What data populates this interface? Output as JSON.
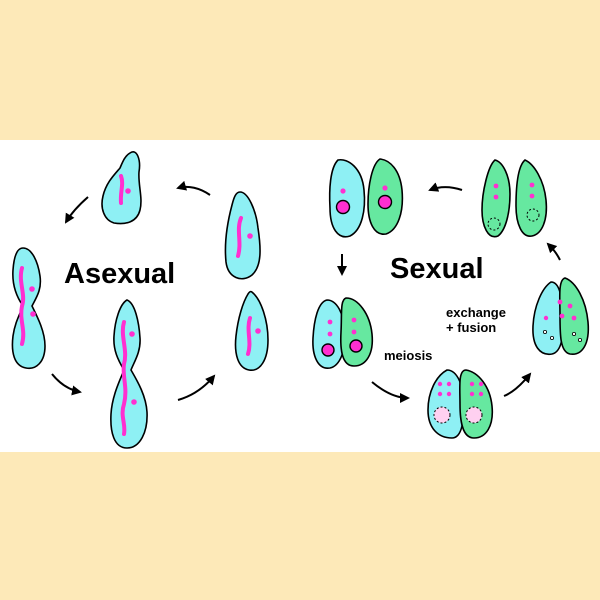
{
  "labels": {
    "asexual": "Asexual",
    "sexual": "Sexual",
    "exchange": "exchange",
    "fusion": "+ fusion",
    "meiosis": "meiosis"
  },
  "colors": {
    "background": "#fde9b8",
    "panel": "#ffffff",
    "cyan_cell": "#8ef0f4",
    "green_cell": "#66e8a0",
    "chromatin": "#ff2fd0",
    "nucleus_dark": "#a0009a",
    "outline": "#000000"
  }
}
